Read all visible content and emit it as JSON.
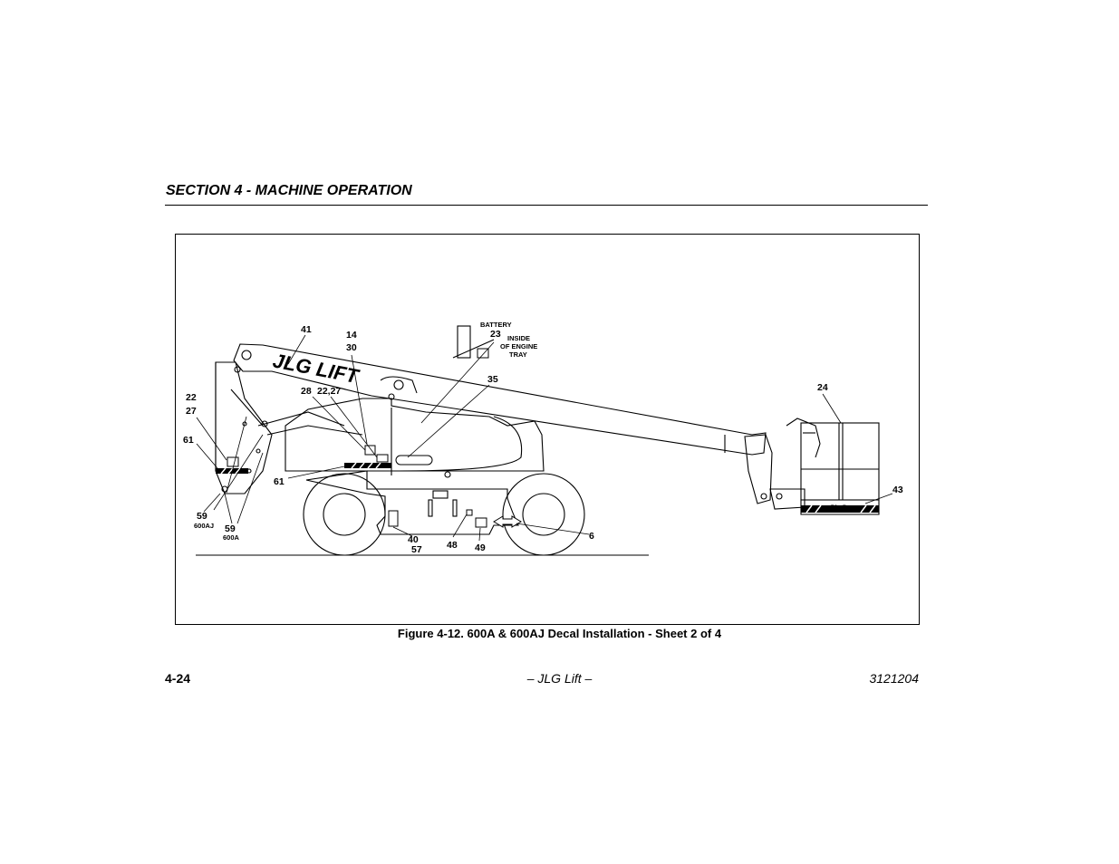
{
  "header": {
    "section_title": "SECTION 4 - MACHINE OPERATION"
  },
  "figure": {
    "caption": "Figure 4-12. 600A & 600AJ Decal Installation - Sheet 2 of 4",
    "boom_logo": "JLG LIFT",
    "platform_logo": "JLG",
    "callouts": {
      "c41": "41",
      "c14": "14",
      "c30": "30",
      "c22a": "22",
      "c27a": "27",
      "c61a": "61",
      "c28": "28",
      "c2227": "22,27",
      "c35": "35",
      "c23": "23",
      "c24": "24",
      "c43": "43",
      "c61b": "61",
      "c59a": "59",
      "c59b": "59",
      "c6": "6",
      "c40": "40",
      "c57": "57",
      "c48": "48",
      "c49": "49"
    },
    "notes": {
      "battery": "BATTERY",
      "inside": "INSIDE",
      "of_engine": "OF ENGINE",
      "tray": "TRAY",
      "600aj": "600AJ",
      "600a": "600A"
    }
  },
  "footer": {
    "page_number": "4-24",
    "center": "– JLG Lift –",
    "doc_number": "3121204"
  }
}
